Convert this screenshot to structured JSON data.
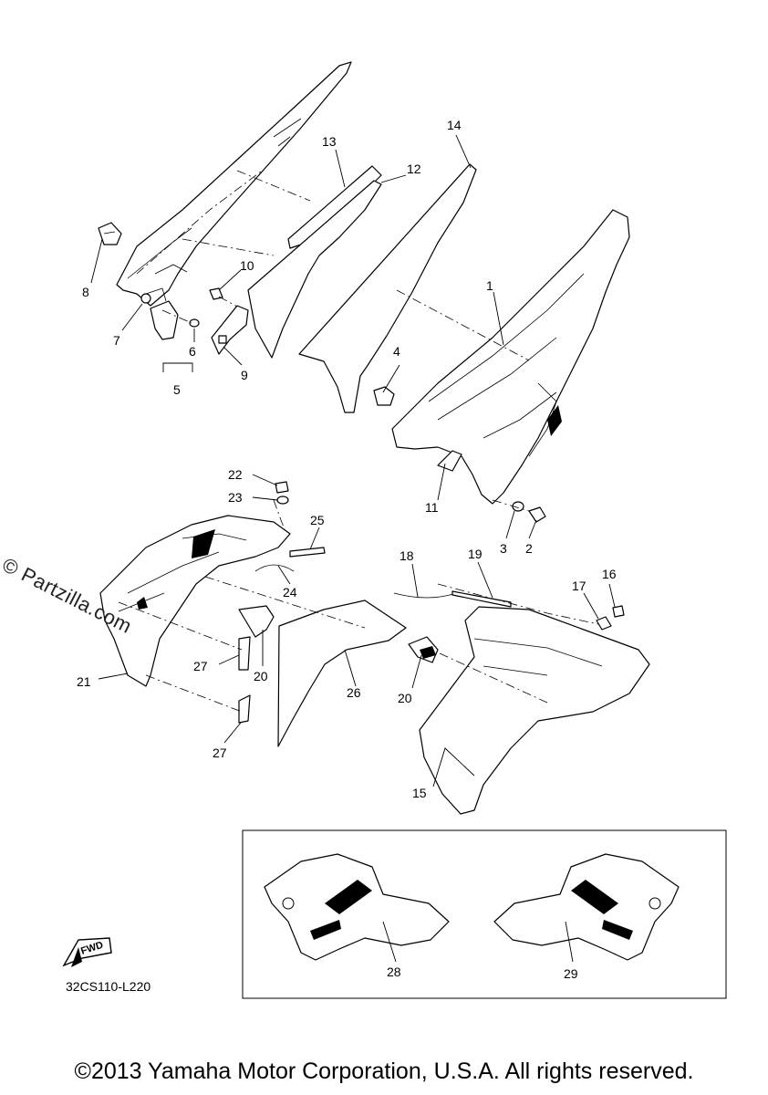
{
  "watermark": "© Partzilla.com",
  "drawing_code": "32CS110-L220",
  "copyright": "©2013 Yamaha Motor Corporation, U.S.A. All rights reserved.",
  "fwd_indicator": {
    "label": "FWD",
    "icon": "fwd-arrow-icon"
  },
  "callouts": [
    "1",
    "2",
    "3",
    "4",
    "5",
    "6",
    "7",
    "8",
    "9",
    "10",
    "11",
    "12",
    "13",
    "14",
    "15",
    "16",
    "17",
    "18",
    "19",
    "20",
    "20",
    "21",
    "22",
    "23",
    "24",
    "25",
    "26",
    "27",
    "27",
    "28",
    "29"
  ],
  "decal_inset": {
    "callouts": [
      "28",
      "29"
    ]
  }
}
